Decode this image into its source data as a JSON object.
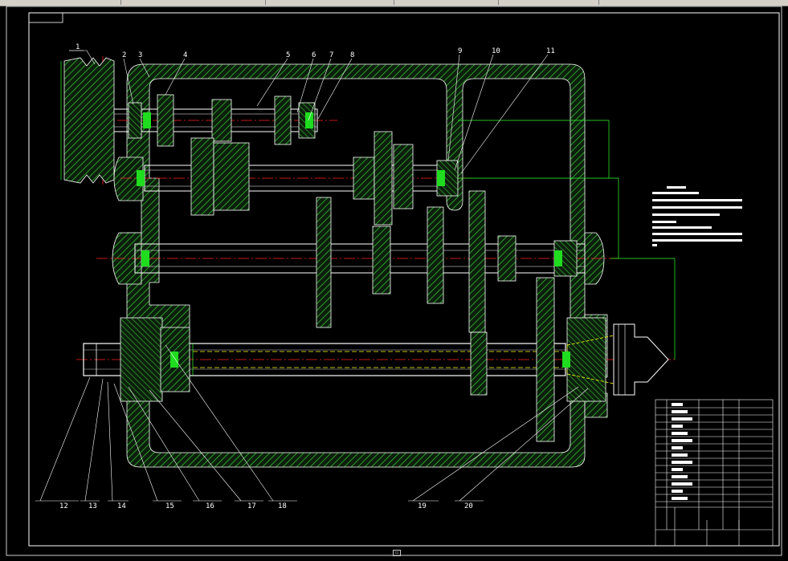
{
  "drawing": {
    "part_labels": [
      "1",
      "2",
      "3",
      "4",
      "5",
      "6",
      "7",
      "8",
      "9",
      "10",
      "11",
      "12",
      "13",
      "14",
      "15",
      "16",
      "17",
      "18",
      "19",
      "20"
    ]
  },
  "colors": {
    "background": "#000000",
    "outline": "#ffffff",
    "housing_hatch": "#2e9a2e",
    "bearing": "#1fdc1f",
    "centerline": "#ff2020",
    "dimension": "#30ff30",
    "hidden_line": "#ffff00"
  }
}
